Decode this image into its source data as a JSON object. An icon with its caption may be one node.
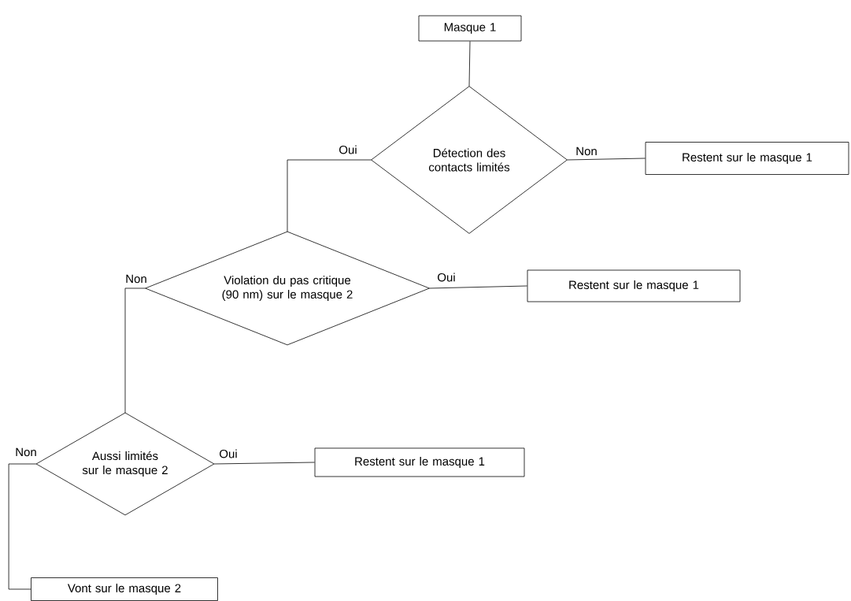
{
  "diagram": {
    "nodes": [
      {
        "text": [
          "Masque 1"
        ]
      },
      {
        "text": [
          "Détection des contacts limités"
        ]
      },
      {
        "text": [
          "Restent sur le masque 1"
        ]
      },
      {
        "text": [
          "Violation du pas critique (90 nm) sur le masque 2"
        ]
      },
      {
        "text": [
          "Restent sur le masque 1"
        ]
      },
      {
        "text": [
          "Aussi limités sur le masque 2"
        ]
      },
      {
        "text": [
          "Restent sur le masque 1"
        ]
      },
      {
        "text": [
          "Vont sur le masque 2"
        ]
      }
    ],
    "edges": [
      {
        "from": 0,
        "to": 1,
        "arrow": "none"
      },
      {
        "from": 1,
        "to": 3,
        "arrow": "none",
        "label": "Oui"
      },
      {
        "from": 1,
        "to": 2,
        "arrow": "none",
        "label": "Non"
      },
      {
        "from": 3,
        "to": 4,
        "arrow": "none",
        "label": "Oui"
      },
      {
        "from": 3,
        "to": 5,
        "arrow": "none",
        "label": "Non"
      },
      {
        "from": 5,
        "to": 6,
        "arrow": "none",
        "label": "Oui"
      },
      {
        "from": 5,
        "to": 7,
        "arrow": "none",
        "label": "Non"
      }
    ]
  }
}
